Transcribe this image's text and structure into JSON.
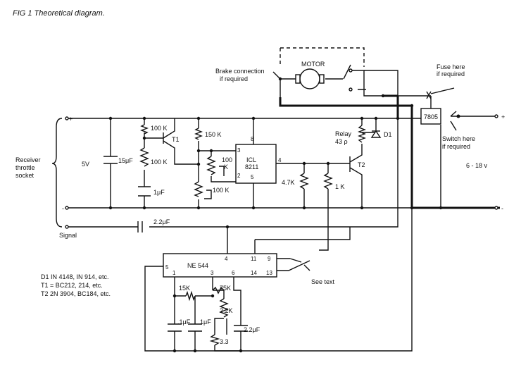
{
  "title": "FIG 1 Theoretical diagram.",
  "labels": {
    "motor": "MOTOR",
    "brake1": "Brake connection",
    "brake2": "if required",
    "fuse1": "Fuse here",
    "fuse2": "if required",
    "reg": "7805",
    "switch1": "Switch here",
    "switch2": "if required",
    "supply": "6 - 18 v",
    "relay1": "Relay",
    "relay2": "43 ρ",
    "d1": "D1",
    "t1": "T1",
    "t2": "T2",
    "icl1": "ICL",
    "icl2": "8211",
    "ne544": "NE 544",
    "v5": "5V",
    "c15": "15μF",
    "r100k_a": "100 K",
    "r100k_b": "100 K",
    "c1uf": "1μF",
    "r150k": "150 K",
    "r100k_c1": "100",
    "r100k_c2": "K",
    "r100k_d": "100 K",
    "r47k": "4.7K",
    "r1k": "1 K",
    "recv1": "Receiver",
    "recv2": "throttle",
    "recv3": "socket",
    "signal": "Signal",
    "c22a": "2.2μF",
    "r15k": "15K",
    "r75k": "75K",
    "r22k": "2.2K",
    "r33": "3.3",
    "c_1uf": ".1μF",
    "c1uf_b": "1μF",
    "c22b": "2.2μF",
    "see_text": "See text",
    "plus1": "+",
    "plus2": "+",
    "minus1": "-",
    "minus2": "-",
    "parts": [
      "D1    IN 4148,  IN 914,  etc.",
      "T1 = BC212,  214,  etc.",
      "T2    2N 3904,  BC184,  etc."
    ],
    "pins": {
      "icl3": "3",
      "icl2": "2",
      "icl8": "8",
      "icl4": "4",
      "icl5": "5",
      "ne4": "4",
      "ne11": "11",
      "ne9": "9",
      "ne5": "5",
      "ne1": "1",
      "ne3": "3",
      "ne6": "6",
      "ne14": "14",
      "ne13": "13"
    }
  }
}
